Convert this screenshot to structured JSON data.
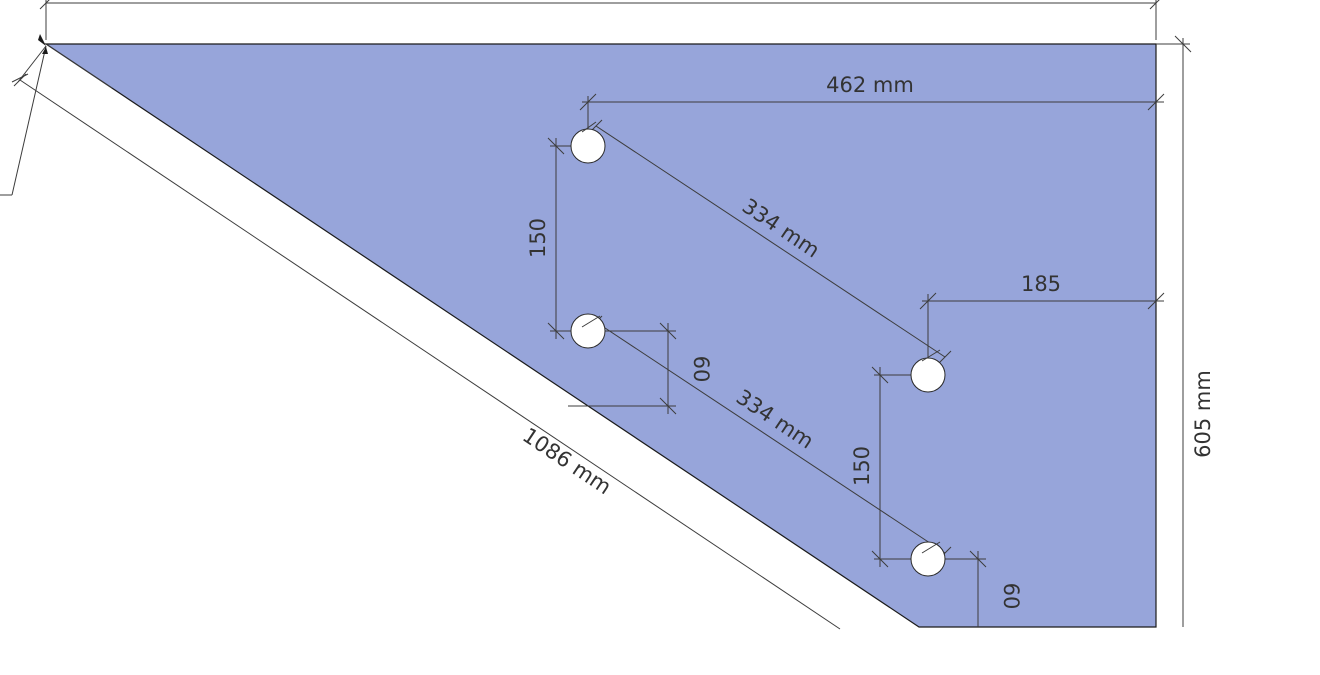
{
  "drawing": {
    "plate_color": "#97a5da",
    "line_color": "#3c3c3c",
    "hole_color": "#ffffff",
    "units": "mm"
  },
  "dimensions": {
    "hole_top_to_right_edge": "462 mm",
    "hole_vertical_spacing_left": "150",
    "hole_diagonal_upper": "334 mm",
    "hole_to_right_edge": "185",
    "hole_small_offset_left": "60",
    "hole_diagonal_lower": "334 mm",
    "hypotenuse_length": "1086 mm",
    "hole_vertical_spacing_right": "150",
    "hole_small_offset_right": "60",
    "plate_height": "605 mm"
  }
}
